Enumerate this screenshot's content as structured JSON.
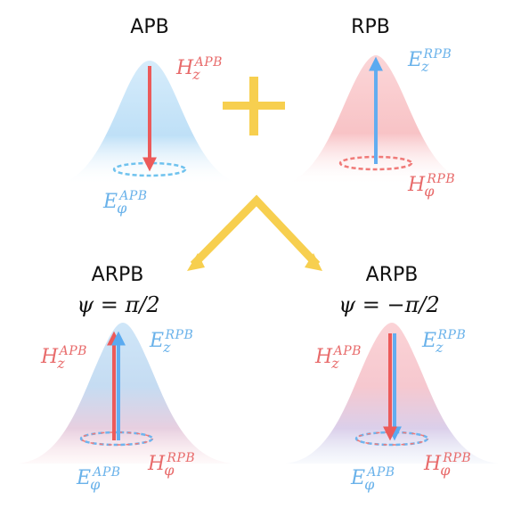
{
  "colors": {
    "blue": "#6eb8ec",
    "red": "#ec6a6a",
    "yellow": "#f7cf4f",
    "text": "#111111"
  },
  "panels": {
    "top_left": {
      "title": "APB"
    },
    "top_right": {
      "title": "RPB"
    },
    "bottom_left": {
      "title": "ARPB",
      "phase": "ψ = π/2"
    },
    "bottom_right": {
      "title": "ARPB",
      "phase": "ψ = −π/2"
    }
  },
  "labels": {
    "H": "H",
    "E": "E",
    "sub_z": "z",
    "sub_phi": "φ",
    "sup_apb": "APB",
    "sup_rpb": "RPB"
  },
  "icons": {
    "plus": "plus-icon",
    "split": "chevron-split-arrows-icon"
  }
}
